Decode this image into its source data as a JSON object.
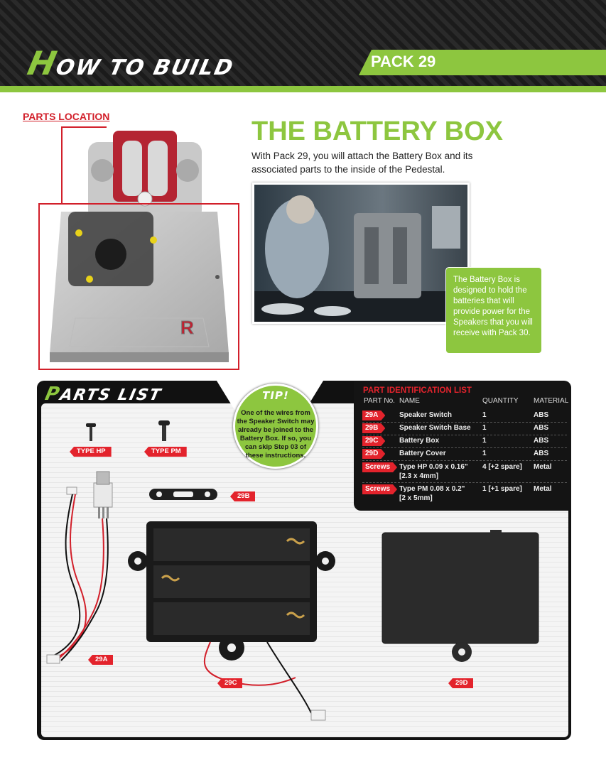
{
  "header": {
    "title_initial": "H",
    "title_rest": "OW TO BUILD",
    "pack": "PACK 29"
  },
  "parts_location": {
    "label": "PARTS LOCATION",
    "badge": "R"
  },
  "article": {
    "title": "THE BATTERY BOX",
    "intro": "With Pack 29, you will attach the Battery Box and its associated parts to the inside of the Pedestal.",
    "callout": "The Battery Box is designed to hold the batteries that will provide power for the Speakers that you will receive with Pack 30."
  },
  "parts_list": {
    "heading_initial": "P",
    "heading_rest": "ARTS LIST",
    "labels": {
      "type_hp": "TYPE HP",
      "type_pm": "TYPE PM",
      "p29a": "29A",
      "p29b": "29B",
      "p29c": "29C",
      "p29d": "29D"
    }
  },
  "tip": {
    "title": "TIP!",
    "text": "One of the wires from the Speaker Switch may already be joined to the Battery Box. If so, you can skip Step 03 of these instructions."
  },
  "part_table": {
    "title": "PART IDENTIFICATION LIST",
    "headers": {
      "part_no": "PART No.",
      "name": "NAME",
      "quantity": "QUANTITY",
      "material": "MATERIAL"
    },
    "rows": [
      {
        "part": "29A",
        "name": "Speaker Switch",
        "name2": "",
        "qty": "1",
        "material": "ABS"
      },
      {
        "part": "29B",
        "name": "Speaker Switch Base",
        "name2": "",
        "qty": "1",
        "material": "ABS"
      },
      {
        "part": "29C",
        "name": "Battery Box",
        "name2": "",
        "qty": "1",
        "material": "ABS"
      },
      {
        "part": "29D",
        "name": "Battery Cover",
        "name2": "",
        "qty": "1",
        "material": "ABS"
      },
      {
        "part": "Screws",
        "name": "Type HP  0.09 x 0.16\"",
        "name2": "[2.3 x 4mm]",
        "qty": "4 [+2 spare]",
        "material": "Metal"
      },
      {
        "part": "Screws",
        "name": "Type PM  0.08 x 0.2\"",
        "name2": "[2 x 5mm]",
        "qty": "1 [+1 spare]",
        "material": "Metal"
      }
    ]
  },
  "colors": {
    "green": "#8dc63f",
    "red": "#e3232c"
  }
}
